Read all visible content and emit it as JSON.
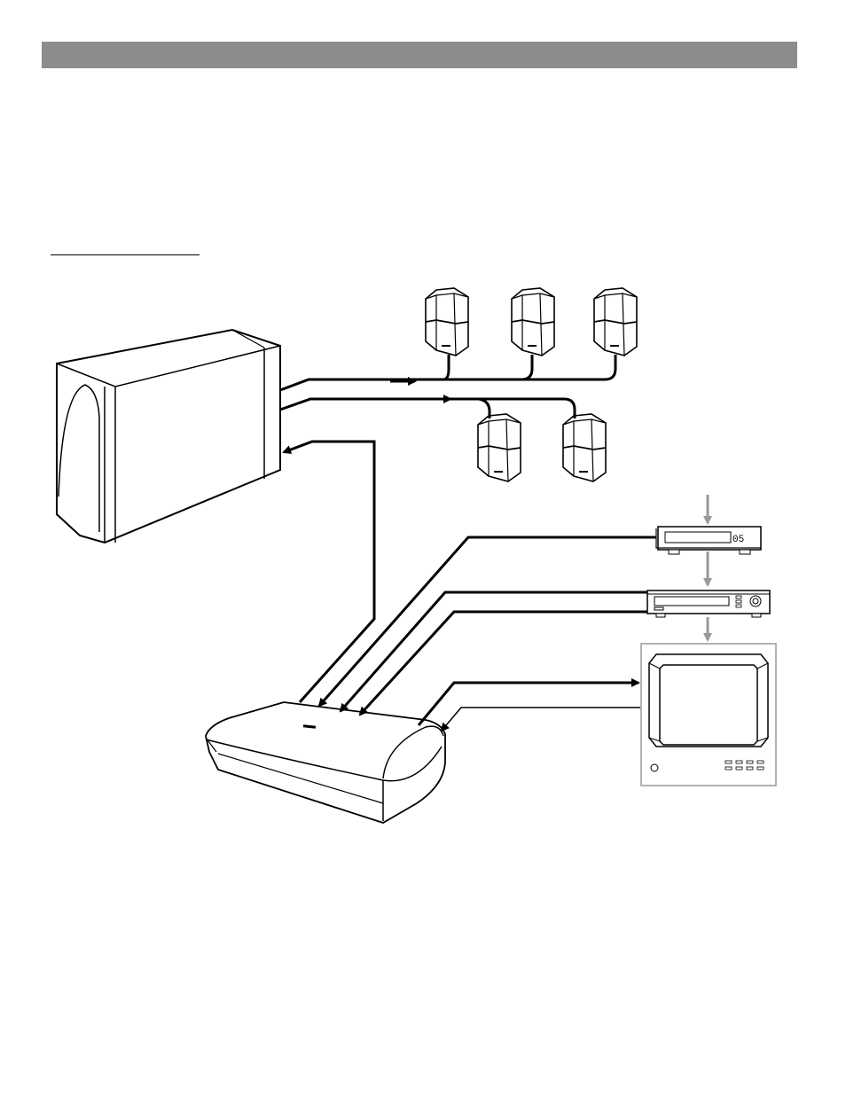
{
  "page": {
    "header_bar_color": "#8c8c8c"
  },
  "diagram": {
    "components": [
      {
        "id": "bass-module",
        "icon": "subwoofer-icon"
      },
      {
        "id": "front-left-speaker",
        "icon": "cube-speaker-icon"
      },
      {
        "id": "center-speaker",
        "icon": "cube-speaker-icon"
      },
      {
        "id": "front-right-speaker",
        "icon": "cube-speaker-icon"
      },
      {
        "id": "rear-left-speaker",
        "icon": "cube-speaker-icon"
      },
      {
        "id": "rear-right-speaker",
        "icon": "cube-speaker-icon"
      },
      {
        "id": "cable-box",
        "icon": "cable-box-icon",
        "display_text": "05"
      },
      {
        "id": "vcr",
        "icon": "vcr-icon"
      },
      {
        "id": "television",
        "icon": "tv-icon"
      },
      {
        "id": "media-center",
        "icon": "media-center-icon"
      }
    ],
    "colors": {
      "outline": "#000000",
      "secondary_connection": "#999999"
    }
  }
}
